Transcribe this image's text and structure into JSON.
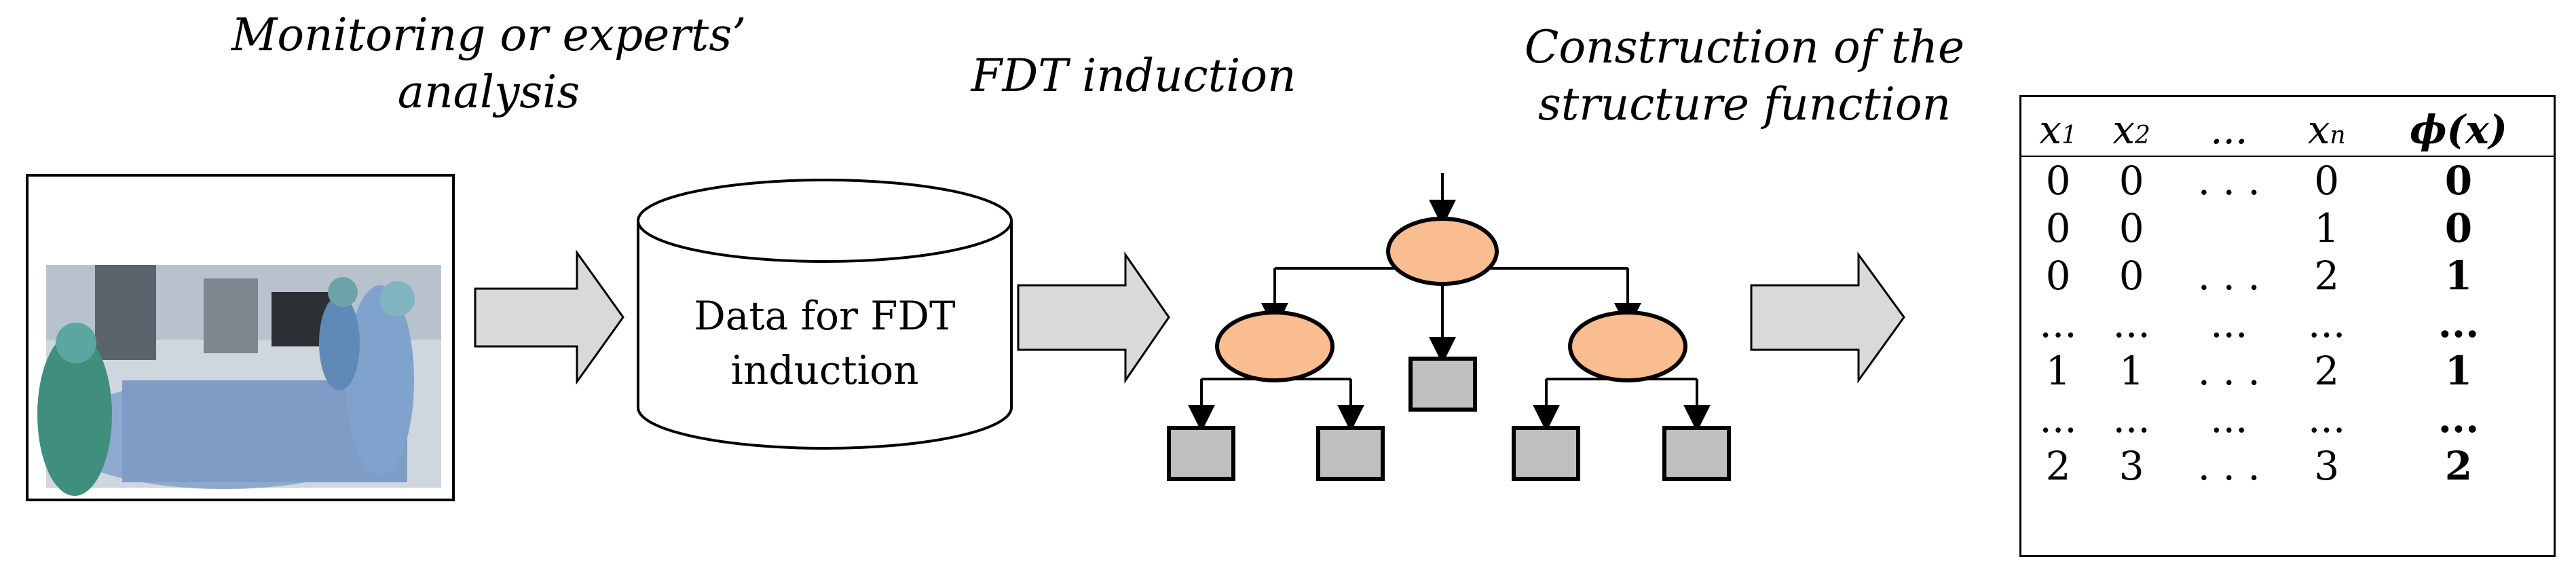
{
  "captions": {
    "monitoring_line1": "Monitoring or experts’",
    "monitoring_line2": "analysis",
    "fdt": "FDT induction",
    "construction_line1": "Construction of the",
    "construction_line2": "structure function"
  },
  "database": {
    "line1": "Data for FDT",
    "line2": "induction"
  },
  "colors": {
    "arrow_fill": "#d9d9d9",
    "node_fill": "#f9bd8f",
    "leaf_fill": "#bfbfbf"
  },
  "table": {
    "headers": [
      "x",
      "x",
      "...",
      "x",
      "ϕ(x)"
    ],
    "header_subscripts": [
      "1",
      "2",
      "",
      "n",
      ""
    ],
    "rows": [
      [
        "0",
        "0",
        ". . .",
        "0",
        "0"
      ],
      [
        "0",
        "0",
        "",
        "1",
        "0"
      ],
      [
        "0",
        "0",
        ". . .",
        "2",
        "1"
      ],
      [
        "...",
        "...",
        "...",
        "...",
        "..."
      ],
      [
        "1",
        "1",
        ". . .",
        "2",
        "1"
      ],
      [
        "...",
        "...",
        "...",
        "...",
        "..."
      ],
      [
        "2",
        "3",
        ". . .",
        "3",
        "2"
      ]
    ]
  }
}
